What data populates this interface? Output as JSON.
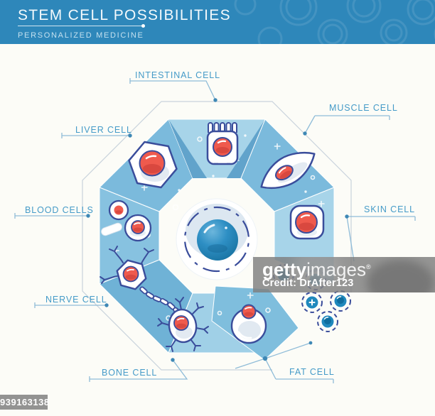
{
  "header": {
    "title": "STEM CELL POSSIBILITIES",
    "subtitle": "PERSONALIZED MEDICINE"
  },
  "labels": {
    "liver": "LIVER CELL",
    "intestinal": "INTESTINAL CELL",
    "muscle": "MUSCLE CELL",
    "skin": "SKIN CELL",
    "blood": "BLOOD CELLS",
    "nerve": "NERVE CELL",
    "bone": "BONE CELL",
    "fat": "FAT CELL"
  },
  "watermark": {
    "brand_bold": "getty",
    "brand_light": "images",
    "registered": "®",
    "credit": "Credit: DrAfter123",
    "image_id": "939163138"
  },
  "colors": {
    "banner_blue": "#2E87BA",
    "label_accent": "#459BC8",
    "outline_navy": "#3A4D9B",
    "nucleus_red": "#EF5A4D",
    "stem_cell_blue": "#2089BD",
    "segment_light": "#A7D4E9",
    "segment_medium": "#7BBADC"
  }
}
